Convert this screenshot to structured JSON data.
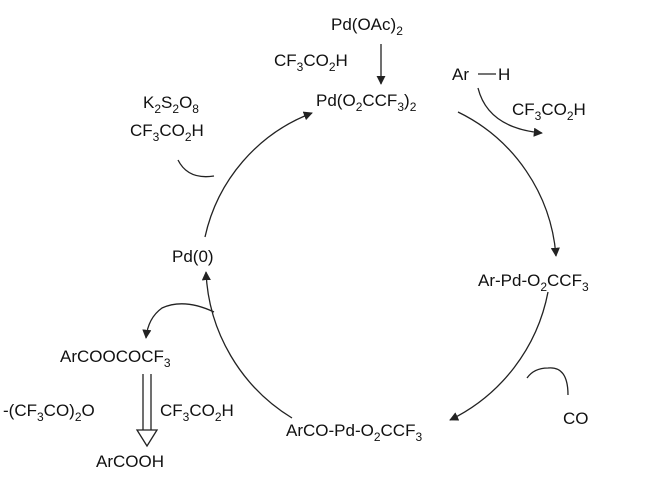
{
  "reagents": {
    "pd_oac2": [
      "Pd(OAc)",
      "2"
    ],
    "cf3co2h_top": [
      "CF",
      "3",
      "CO",
      "2",
      "H"
    ],
    "oxidant_line1": [
      "K",
      "2",
      "S",
      "2",
      "O",
      "8"
    ],
    "oxidant_line2": [
      "CF",
      "3",
      "CO",
      "2",
      "H"
    ],
    "arh": [
      "Ar",
      "H"
    ],
    "co": "CO"
  },
  "species": {
    "pd_tfa2": [
      "Pd(O",
      "2",
      "CCF",
      "3",
      ")",
      "2"
    ],
    "ar_pd": [
      "Ar-Pd-O",
      "2",
      "CCF",
      "3"
    ],
    "arco_pd": [
      "ArCO-Pd-O",
      "2",
      "CCF",
      "3"
    ],
    "pd0": "Pd(0)",
    "mixed_anhydride": [
      "ArCOOCOCF",
      "3"
    ],
    "product": "ArCOOH"
  },
  "byproducts": {
    "cf3co2h_released": [
      "CF",
      "3",
      "CO",
      "2",
      "H"
    ],
    "tfa_anhydride_loss": [
      "-(CF",
      "3",
      "CO)",
      "2",
      "O"
    ],
    "cf3co2h_bottom": [
      "CF",
      "3",
      "CO",
      "2",
      "H"
    ]
  },
  "colors": {
    "ink": "#111111",
    "background": "#ffffff"
  }
}
